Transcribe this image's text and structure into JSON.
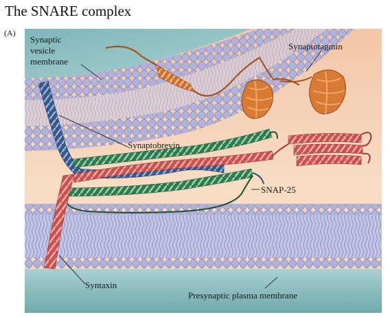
{
  "figure": {
    "title": "The SNARE complex",
    "panel_letter": "(A)",
    "labels": {
      "vesicle_line1": "Synaptic",
      "vesicle_line2": "vesicle",
      "vesicle_line3": "membrane",
      "synaptotagmin": "Synaptotagmin",
      "synaptobrevin": "Synaptobrevin",
      "snap25": "SNAP-25",
      "syntaxin": "Syntaxin",
      "plasma_membrane": "Presynaptic plasma membrane"
    },
    "colors": {
      "synaptobrevin": "#35598a",
      "syntaxin": "#c9514f",
      "snap25": "#2f7a4f",
      "synaptotagmin": "#cf6f2b",
      "membrane": "#a9abd3",
      "background_warm": "#f6d2b5",
      "background_cool": "#8fc0c4"
    }
  }
}
